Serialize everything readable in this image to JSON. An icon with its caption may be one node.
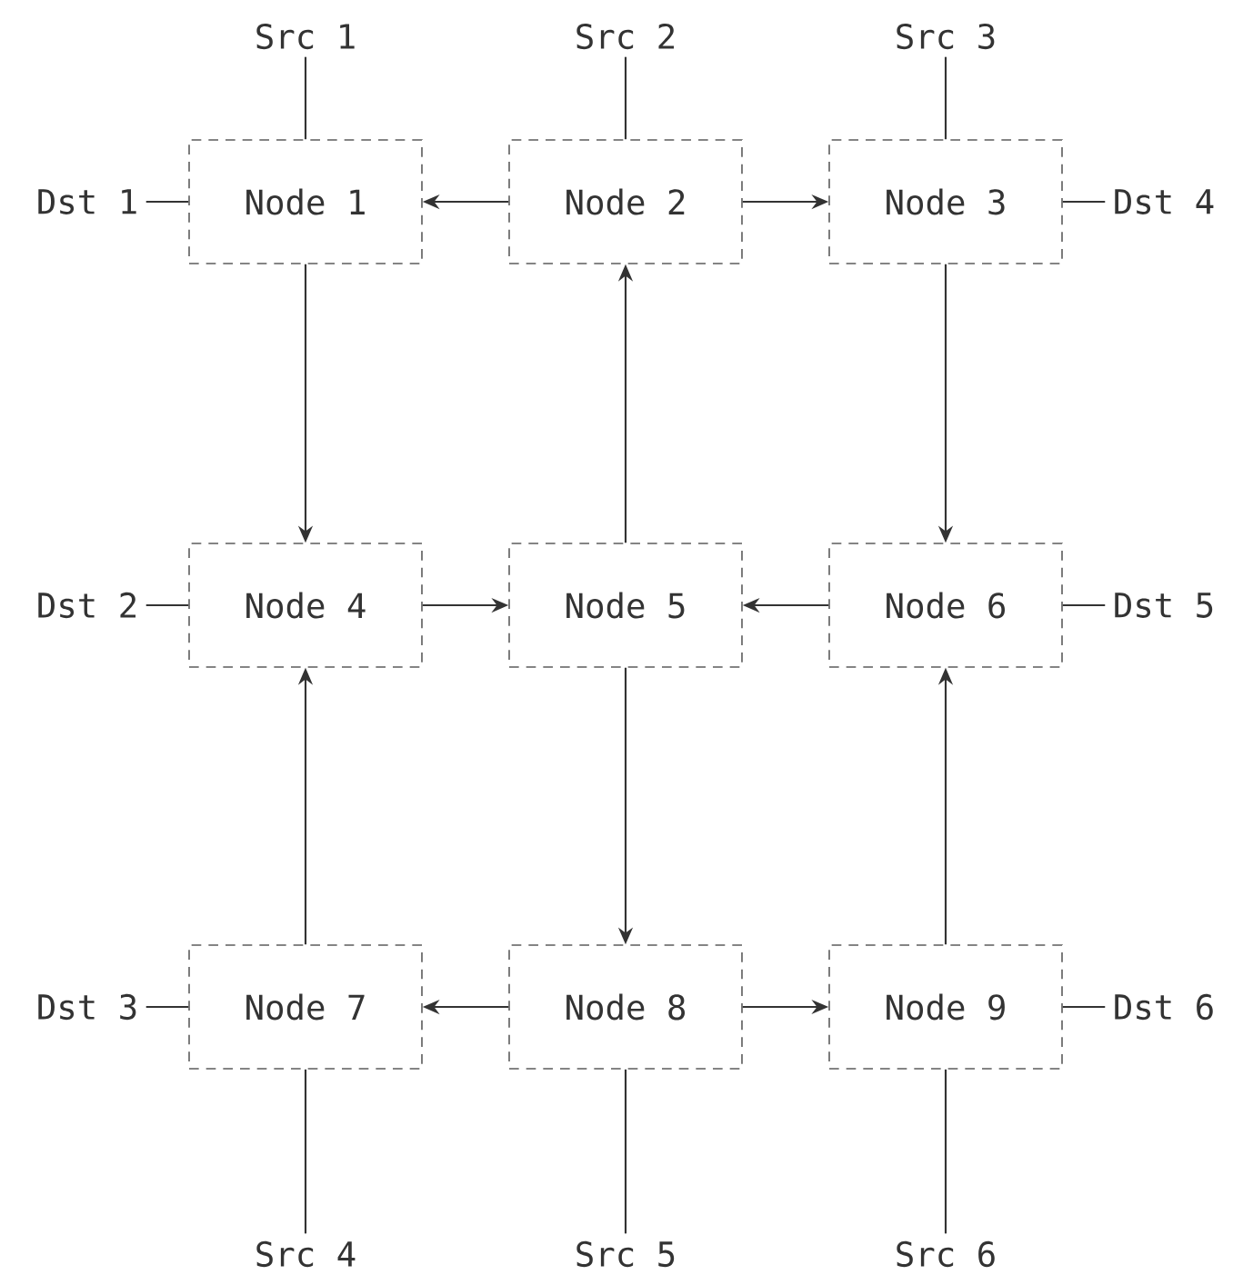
{
  "diagram": {
    "nodes": [
      {
        "text": [
          "Src 1"
        ]
      },
      {
        "text": [
          "Src 2"
        ]
      },
      {
        "text": [
          "Src 3"
        ]
      },
      {
        "text": [
          "Dst 1"
        ]
      },
      {
        "text": [
          "Node 1"
        ]
      },
      {
        "text": [
          "Node 2"
        ]
      },
      {
        "text": [
          "Node 3"
        ]
      },
      {
        "text": [
          "Dst 4"
        ]
      },
      {
        "text": [
          "Dst 2"
        ]
      },
      {
        "text": [
          "Node 4"
        ]
      },
      {
        "text": [
          "Node 5"
        ]
      },
      {
        "text": [
          "Node 6"
        ]
      },
      {
        "text": [
          "Dst 5"
        ]
      },
      {
        "text": [
          "Dst 3"
        ]
      },
      {
        "text": [
          "Node 7"
        ]
      },
      {
        "text": [
          "Node 8"
        ]
      },
      {
        "text": [
          "Node 9"
        ]
      },
      {
        "text": [
          "Dst 6"
        ]
      },
      {
        "text": [
          "Src 4"
        ]
      },
      {
        "text": [
          "Src 5"
        ]
      },
      {
        "text": [
          "Src 6"
        ]
      }
    ],
    "edges": [
      {
        "from": 0,
        "to": 4,
        "arrow": "none"
      },
      {
        "from": 1,
        "to": 5,
        "arrow": "none"
      },
      {
        "from": 2,
        "to": 6,
        "arrow": "none"
      },
      {
        "from": 4,
        "to": 3,
        "arrow": "none"
      },
      {
        "from": 5,
        "to": 4,
        "arrow": "to"
      },
      {
        "from": 5,
        "to": 6,
        "arrow": "to"
      },
      {
        "from": 6,
        "to": 7,
        "arrow": "none"
      },
      {
        "from": 4,
        "to": 9,
        "arrow": "to"
      },
      {
        "from": 10,
        "to": 5,
        "arrow": "to"
      },
      {
        "from": 6,
        "to": 11,
        "arrow": "to"
      },
      {
        "from": 9,
        "to": 8,
        "arrow": "none"
      },
      {
        "from": 9,
        "to": 10,
        "arrow": "to"
      },
      {
        "from": 11,
        "to": 10,
        "arrow": "to"
      },
      {
        "from": 11,
        "to": 12,
        "arrow": "none"
      },
      {
        "from": 14,
        "to": 9,
        "arrow": "to"
      },
      {
        "from": 10,
        "to": 15,
        "arrow": "to"
      },
      {
        "from": 16,
        "to": 11,
        "arrow": "to"
      },
      {
        "from": 14,
        "to": 13,
        "arrow": "none"
      },
      {
        "from": 15,
        "to": 14,
        "arrow": "to"
      },
      {
        "from": 15,
        "to": 16,
        "arrow": "to"
      },
      {
        "from": 16,
        "to": 17,
        "arrow": "none"
      },
      {
        "from": 14,
        "to": 18,
        "arrow": "none"
      },
      {
        "from": 15,
        "to": 19,
        "arrow": "none"
      },
      {
        "from": 16,
        "to": 20,
        "arrow": "none"
      }
    ]
  }
}
